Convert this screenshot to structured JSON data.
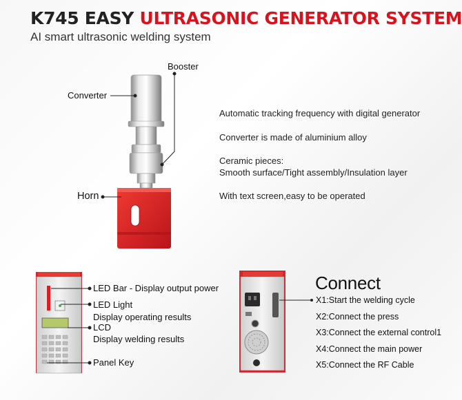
{
  "header": {
    "title_black": "K745 EASY",
    "title_red": "ULTRASONIC GENERATOR SYSTEM",
    "subtitle": "AI smart ultrasonic welding system"
  },
  "transducer": {
    "booster_label": "Booster",
    "converter_label": "Converter",
    "horn_label": "Horn"
  },
  "features": [
    "Automatic tracking frequency with digital generator",
    "Converter is made of aluminium alloy",
    "Ceramic pieces:",
    "Smooth surface/Tight assembly/Insulation layer",
    "With text screen,easy to be operated"
  ],
  "front_panel": {
    "led_bar": "LED Bar - Display output power",
    "led_light": "LED Light",
    "led_light_desc": "Display operating results",
    "lcd": "LCD",
    "lcd_desc": "Display welding results",
    "panel_key": "Panel Key"
  },
  "connect": {
    "title": "Connect",
    "items": [
      "X1:Start the welding cycle",
      "X2:Connect the press",
      "X3:Connect the external control1",
      "X4:Connect the main power",
      "X5:Connect the RF Cable"
    ]
  },
  "colors": {
    "accent_red": "#d8131d"
  }
}
